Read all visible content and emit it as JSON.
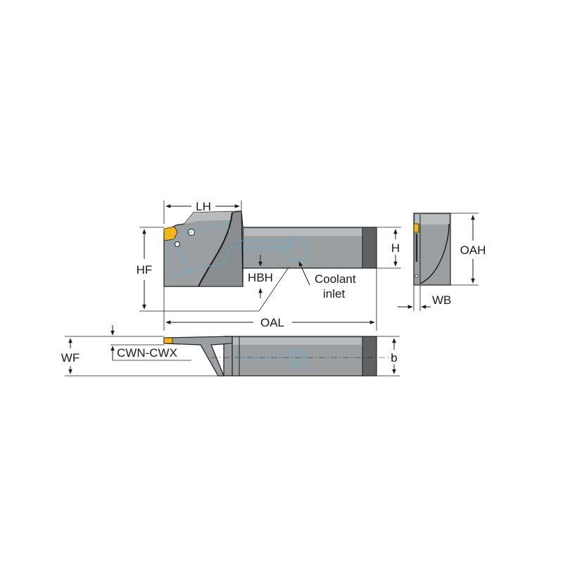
{
  "labels": {
    "lh": "LH",
    "hf": "HF",
    "h": "H",
    "oah": "OAH",
    "hbh": "HBH",
    "coolant_line1": "Coolant",
    "coolant_line2": "inlet",
    "wb": "WB",
    "oal": "OAL",
    "wf": "WF",
    "cwn_cwx": "CWN-CWX",
    "b": "b"
  },
  "colors": {
    "body": "#9c9fa2",
    "insert": "#f2b418",
    "coolant": "#4fb3d6",
    "lines": "#1a1a1a"
  }
}
